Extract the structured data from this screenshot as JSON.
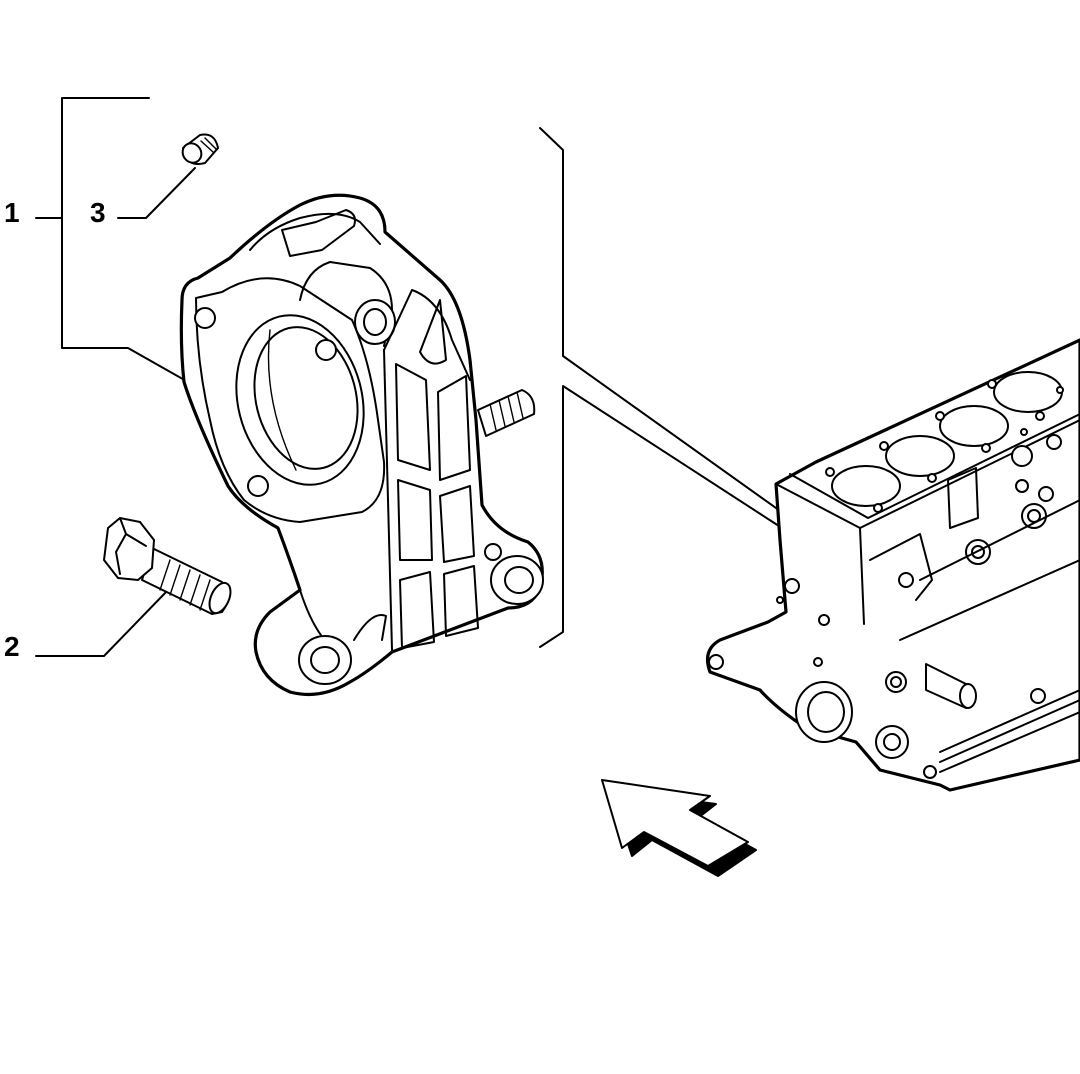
{
  "diagram": {
    "callouts": [
      {
        "id": "callout-1",
        "label": "1"
      },
      {
        "id": "callout-2",
        "label": "2"
      },
      {
        "id": "callout-3",
        "label": "3"
      }
    ],
    "parts": [
      {
        "name": "engine-support-bracket",
        "callout": "1"
      },
      {
        "name": "bolt",
        "callout": "2"
      },
      {
        "name": "plug",
        "callout": "3"
      },
      {
        "name": "engine-block",
        "callout": ""
      }
    ],
    "icons": [
      "direction-arrow-icon"
    ],
    "colors": {
      "line": "#000000",
      "background": "#ffffff"
    }
  }
}
